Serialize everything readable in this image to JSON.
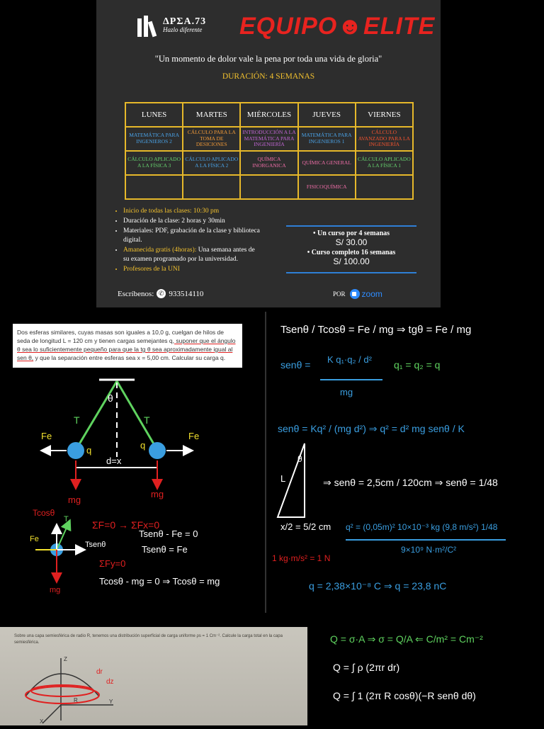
{
  "poster": {
    "logo_name": "ΔΡΣΑ.73",
    "logo_sub": "Hazlo diferente",
    "team": "EQUIPO☻ELITE",
    "quote": "\"Un momento de dolor vale la pena por toda una vida de gloria\"",
    "duration": "DURACIÓN: 4 SEMANAS",
    "days": [
      "LUNES",
      "MARTES",
      "MIÉRCOLES",
      "JUEVES",
      "VIERNES"
    ],
    "row1": [
      "MATEMÁTICA PARA INGENIEROS 2",
      "CÁLCULO PARA LA TOMA DE DESICIONES",
      "INTRODUCCIÓN A LA MATEMÁTICA PARA INGENIERÍA",
      "MATEMÁTICA PARA INGENIEROS 1",
      "CÁLCULO AVANZADO PARA LA INGENIERÍA"
    ],
    "row2": [
      "CÁLCULO APLICADO A LA FÍSICA 3",
      "CÁLCULO APLICADO A LA FÍSICA 2",
      "QUÍMICA INORGANICA",
      "QUÍMICA GENERAL",
      "CÁLCULO APLICADO A LA FÍSICA 1"
    ],
    "row3": [
      "",
      "",
      "",
      "FISICOQUÍMICA",
      ""
    ],
    "info1": "Inicio de todas las clases: 10:30 pm",
    "info2": "Duración de la clase: 2 horas y 30min",
    "info3": "Materiales: PDF, grabación de la clase y biblioteca digital.",
    "info4_a": "Amanecida gratis (4horas):",
    "info4_b": " Una semana antes de su examen programado por la universidad.",
    "info5": "Profesores de la UNI",
    "price1": "Un curso por 4 semanas",
    "price1_amt": "S/ 30.00",
    "price2": "Curso completo 16 semanas",
    "price2_amt": "S/ 100.00",
    "write_label": "Escríbenos:",
    "phone": "933514110",
    "por": "POR",
    "zoom": "zoom"
  },
  "problem": {
    "p1": "Dos esferas similares, cuyas masas son iguales a  10,0 g, cuelgan de hilos de seda de longitud L = 120 cm y tienen cargas semejantes q,",
    "p2": " suponer que el ángulo θ sea lo suficientemente pequeño para que la tg θ sea aproximadamente igual al sen θ,",
    "p3": " y que la separación entre esferas sea x = 5,00 cm.  Calcular su carga q."
  },
  "board_left": {
    "theta": "θ",
    "T": "T",
    "Fe": "Fe",
    "q": "q",
    "dx": "d=x",
    "mg": "mg",
    "tcos": "Tcosθ",
    "tsen": "Tsenθ",
    "sum1": "ΣF=0 → ΣFx=0",
    "eq1": "Tsenθ - Fe = 0",
    "eq2": "Tsenθ = Fe",
    "sum2": "ΣFy=0",
    "eq3": "Tcosθ - mg = 0  ⇒  Tcosθ = mg"
  },
  "board_right": {
    "r1": "Tsenθ / Tcosθ = Fe / mg   ⇒   tgθ = Fe / mg",
    "r2a": "senθ =",
    "r2num": "K q₁·q₂ / d²",
    "r2den": "mg",
    "r2b": "q₁ = q₂ = q",
    "r3": "senθ = Kq² / (mg d²)   ⇒   q² = d² mg senθ / K",
    "r4": "⇒ senθ = 2,5cm / 120cm   ⇒   senθ = 1/48",
    "r5a": "x/2 = 5/2 cm",
    "r5b": "q² = (0,05m)² 10×10⁻³ kg (9,8 m/s²) 1/48",
    "r5den": "9×10⁹ N·m²/C²",
    "r6": "1 kg·m/s² = 1 N",
    "r7": "q = 2,38×10⁻⁸ C   ⇒   q = 23,8 nC",
    "tri_l": "L",
    "tri_t": "θ"
  },
  "photo": {
    "text": "Sobre una capa semiesférica de radio R, tenemos una distribución superficial de carga uniforme ρs = 1 Cm⁻². Calcule la carga total en la capa semiesférica.",
    "r1": "Q = σ·A  ⇒  σ = Q/A ⇐ C/m² = Cm⁻²",
    "r2": "Q = ∫ ρ (2πr dr)",
    "r3": "Q = ∫ 1 (2π R cosθ)(−R senθ dθ)",
    "dr": "dr",
    "dz": "dz",
    "Z": "Z",
    "Y": "Y",
    "X": "X",
    "R": "R"
  }
}
